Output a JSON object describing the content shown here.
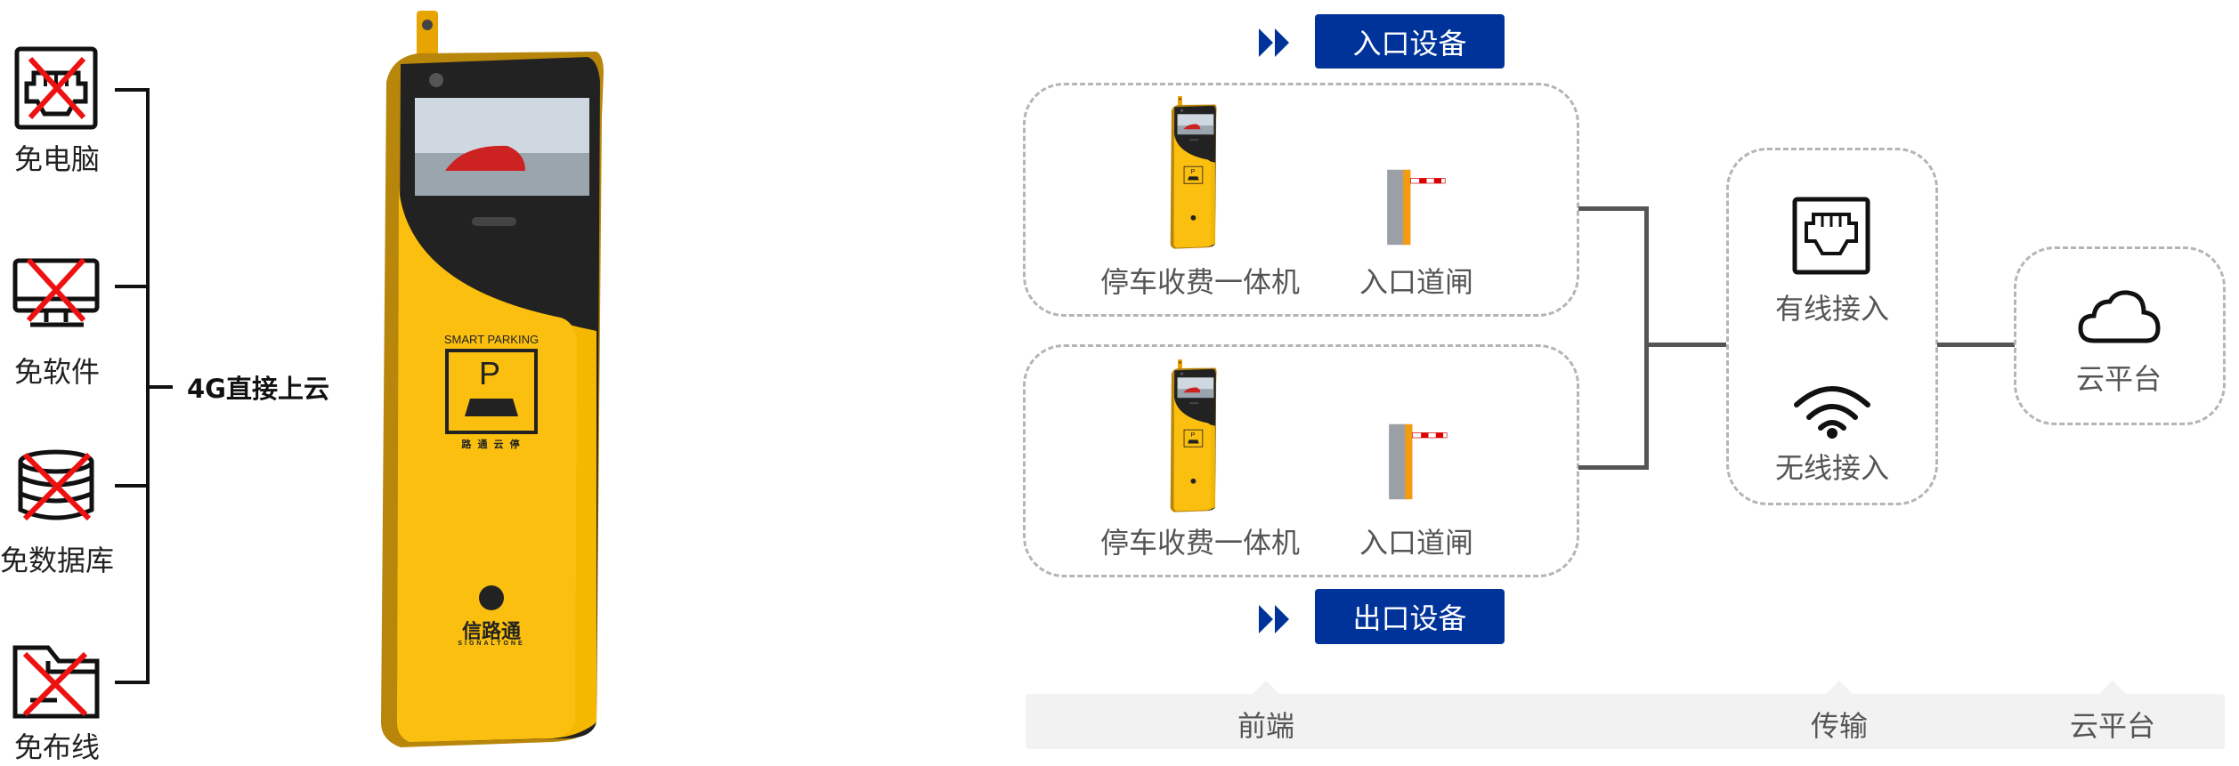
{
  "left": {
    "items": [
      {
        "label": "免电脑",
        "icon": "ethernet-crossed-icon"
      },
      {
        "label": "免软件",
        "icon": "monitor-crossed-icon"
      },
      {
        "label": "免数据库",
        "icon": "database-crossed-icon"
      },
      {
        "label": "免布线",
        "icon": "folder-crossed-icon"
      }
    ],
    "summary": "4G直接上云"
  },
  "kiosk": {
    "top_text": "SMART PARKING",
    "sign_letter": "P",
    "sign_caption": "路 通 云 停",
    "brand": "信路通",
    "brand_en": "SIGNALTONE"
  },
  "diagram": {
    "entry_button": "入口设备",
    "exit_button": "出口设备",
    "entry_group": {
      "device1": "停车收费一体机",
      "device2": "入口道闸"
    },
    "exit_group": {
      "device1": "停车收费一体机",
      "device2": "入口道闸"
    },
    "transmission": {
      "wired": "有线接入",
      "wireless": "无线接入"
    },
    "cloud": "云平台"
  },
  "footer": {
    "front": "前端",
    "transmission": "传输",
    "cloud": "云平台"
  },
  "colors": {
    "accent": "#003399",
    "cross": "#ee1111",
    "kiosk_yellow": "#f5b800"
  }
}
